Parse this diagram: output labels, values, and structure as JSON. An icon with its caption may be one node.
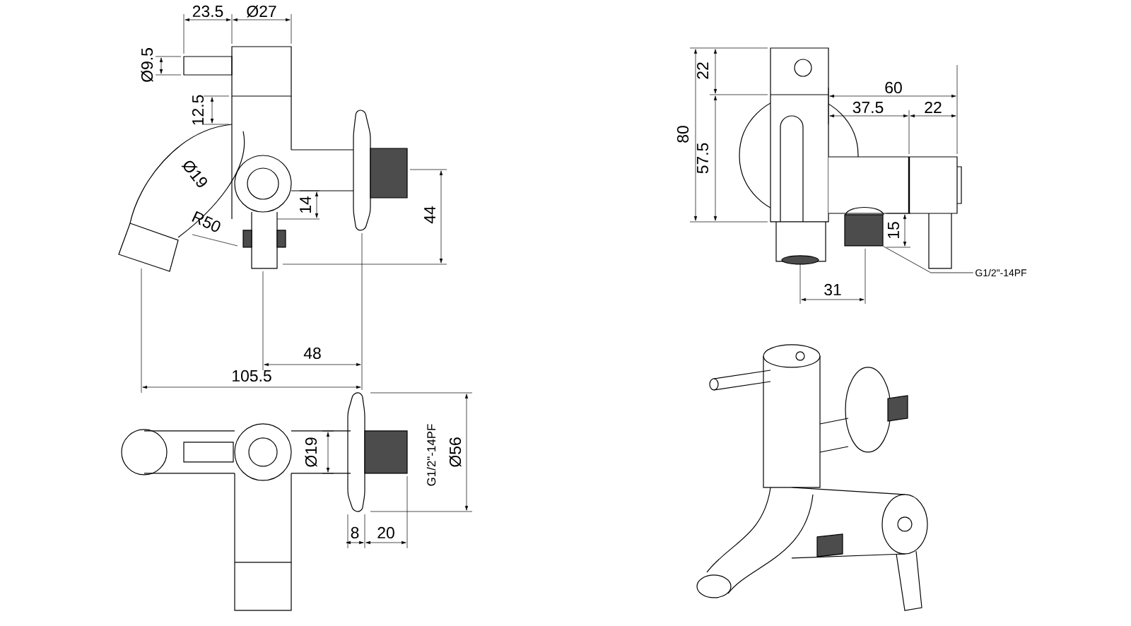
{
  "diagram": {
    "nodes": [
      {
        "text": [
          "G1/2\"-14PF"
        ]
      },
      {
        "text": [],
        "shape": "box"
      }
    ],
    "edges": [
      {
        "from": 0,
        "to": 1,
        "arrow": "none"
      }
    ],
    "labels": [
      "23.5",
      "Ø27",
      "Ø9.5",
      "12.5",
      "Ø19",
      "R50",
      "14",
      "44",
      "48",
      "105.5",
      "Ø19",
      "G1/2\"-14PF",
      "Ø56",
      "8",
      "20",
      "22",
      "60",
      "80",
      "37.5",
      "22",
      "57.5",
      "15",
      "31"
    ]
  }
}
